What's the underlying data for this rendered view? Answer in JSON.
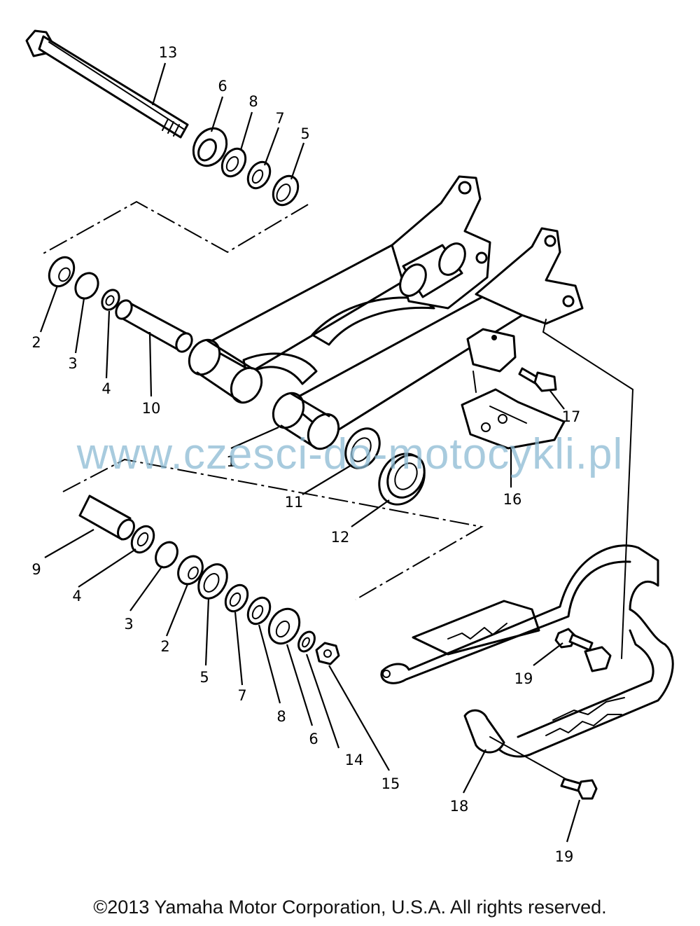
{
  "diagram": {
    "part_labels": [
      "1",
      "2",
      "3",
      "4",
      "5",
      "6",
      "7",
      "8",
      "9",
      "10",
      "11",
      "12",
      "13",
      "14",
      "15",
      "16",
      "17",
      "18",
      "19"
    ],
    "callouts": [
      {
        "key": "13a",
        "text": "13"
      },
      {
        "key": "6a",
        "text": "6"
      },
      {
        "key": "8a",
        "text": "8"
      },
      {
        "key": "7a",
        "text": "7"
      },
      {
        "key": "5a",
        "text": "5"
      },
      {
        "key": "2a",
        "text": "2"
      },
      {
        "key": "3a",
        "text": "3"
      },
      {
        "key": "4a",
        "text": "4"
      },
      {
        "key": "10",
        "text": "10"
      },
      {
        "key": "1",
        "text": "1"
      },
      {
        "key": "11",
        "text": "11"
      },
      {
        "key": "12",
        "text": "12"
      },
      {
        "key": "16",
        "text": "16"
      },
      {
        "key": "17",
        "text": "17"
      },
      {
        "key": "9",
        "text": "9"
      },
      {
        "key": "4b",
        "text": "4"
      },
      {
        "key": "3b",
        "text": "3"
      },
      {
        "key": "2b",
        "text": "2"
      },
      {
        "key": "5b",
        "text": "5"
      },
      {
        "key": "7b",
        "text": "7"
      },
      {
        "key": "8b",
        "text": "8"
      },
      {
        "key": "6b",
        "text": "6"
      },
      {
        "key": "14",
        "text": "14"
      },
      {
        "key": "15",
        "text": "15"
      },
      {
        "key": "19a",
        "text": "19"
      },
      {
        "key": "18",
        "text": "18"
      },
      {
        "key": "19b",
        "text": "19"
      }
    ]
  },
  "watermark": "www.czesci-do-motocykli.pl",
  "copyright": "©2013 Yamaha Motor Corporation, U.S.A. All rights reserved."
}
